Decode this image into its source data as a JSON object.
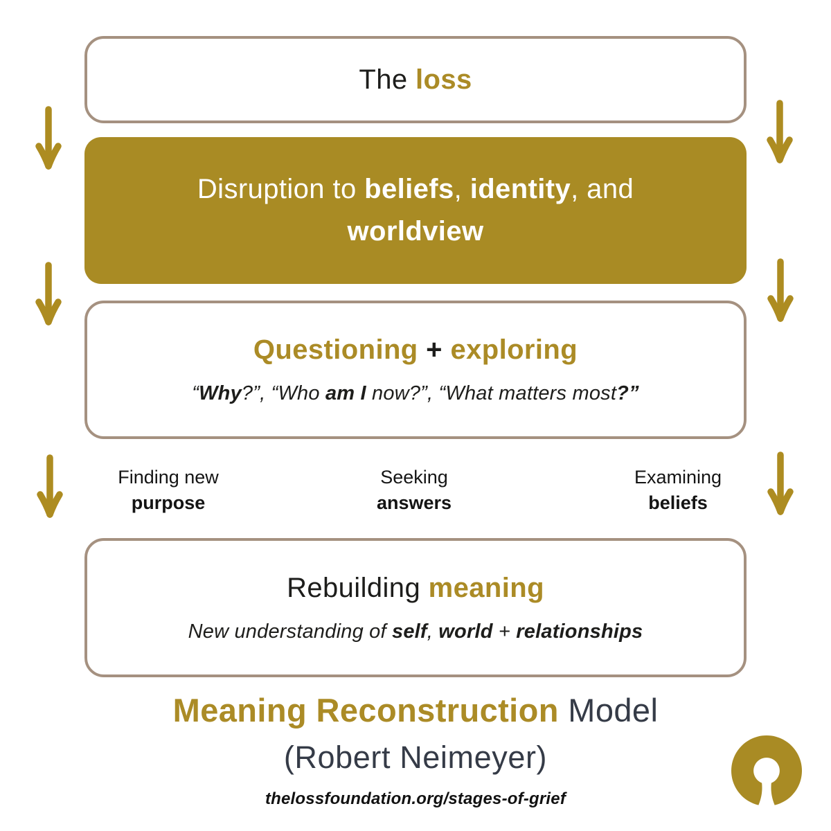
{
  "palette": {
    "gold": "#ab8b26",
    "gold_box_fill": "#a98b24",
    "box_border_tan": "#a59180",
    "dark_slate": "#353b47",
    "text_black": "#1d1d1b",
    "white": "#ffffff"
  },
  "icons": {
    "arrow": "down-arrow-icon",
    "logo": "loss-foundation-logo-icon"
  },
  "flow": {
    "loss_box": {
      "prefix": "The ",
      "highlight": "loss"
    },
    "disruption_box": {
      "line1": [
        "Disruption to ",
        "beliefs",
        ", ",
        "identity",
        ", and"
      ],
      "line2": "worldview"
    },
    "questioning_box": {
      "title": [
        "Questioning",
        " + ",
        "exploring"
      ],
      "quote": [
        "“",
        "Why",
        "?”, “Who ",
        "am I",
        " now?”, “What matters ",
        "most",
        "?”"
      ]
    },
    "stages": [
      {
        "line1": "Finding new",
        "line2": "purpose"
      },
      {
        "line1": "Seeking",
        "line2": "answers"
      },
      {
        "line1": "Examining",
        "line2": "beliefs"
      }
    ],
    "rebuilding_box": {
      "title_prefix": "Rebuilding ",
      "title_highlight": "meaning",
      "subtitle": [
        "New understanding of ",
        "self",
        ", ",
        "world",
        " + ",
        "relationships"
      ]
    }
  },
  "footer": {
    "title_highlight": "Meaning Reconstruction",
    "title_rest": " Model",
    "subtitle": "(Robert Neimeyer)",
    "url": "thelossfoundation.org/stages-of-grief"
  }
}
